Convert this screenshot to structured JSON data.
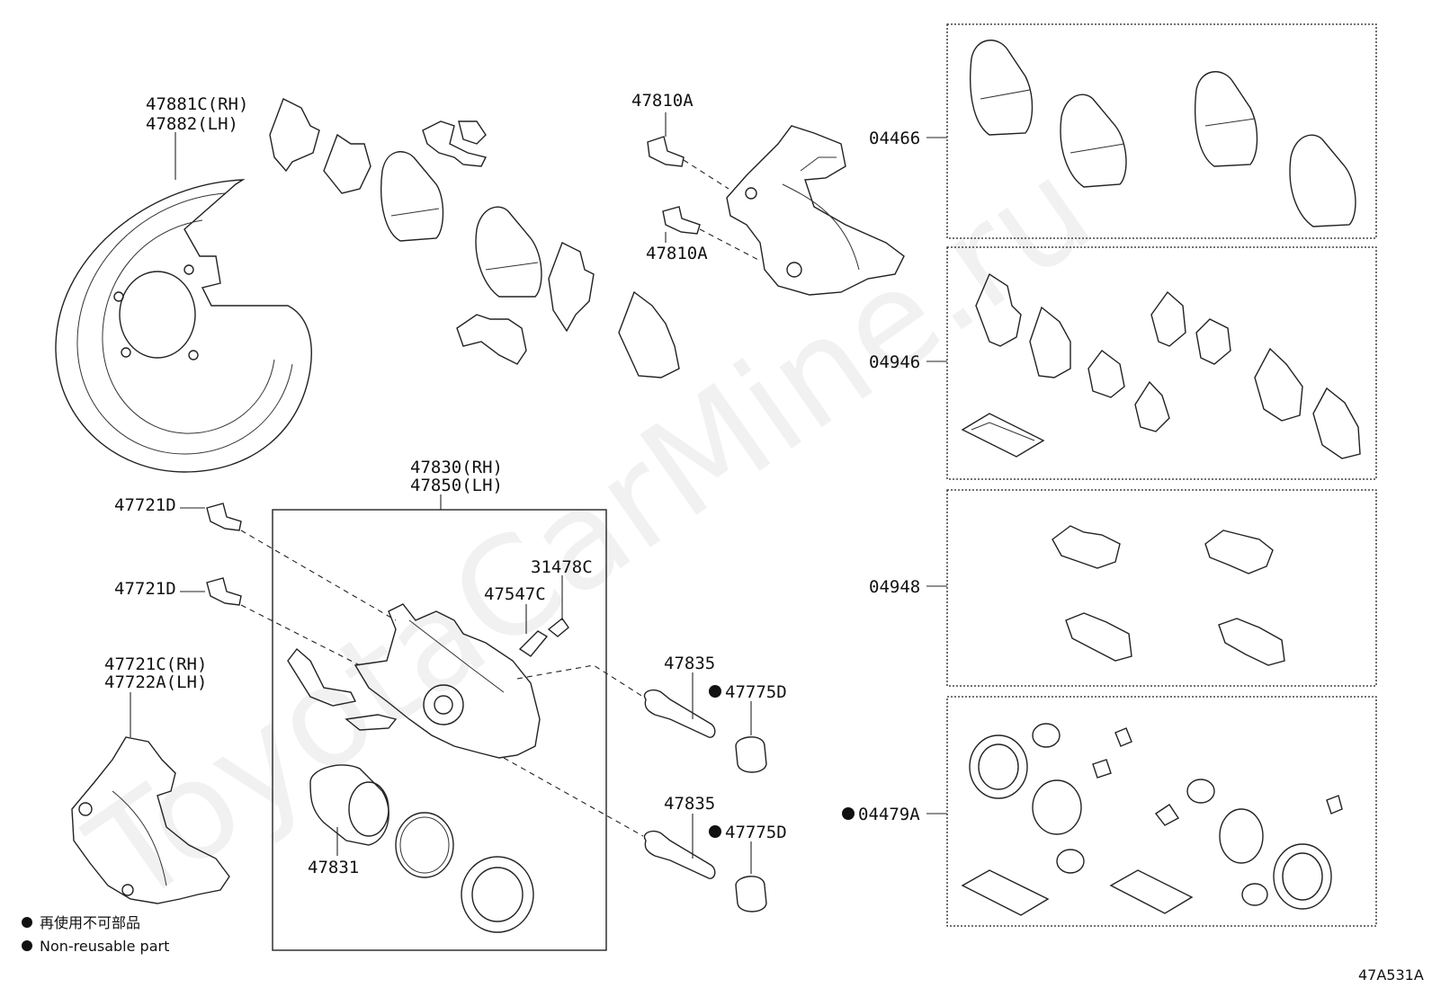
{
  "diagram": {
    "labels": {
      "backing_plate": [
        "47881C(RH)",
        "47882(LH)"
      ],
      "bolt_top_1": "47810A",
      "bolt_top_2": "47810A",
      "caliper_assy": [
        "47830(RH)",
        "47850(LH)"
      ],
      "bolt_left_1": "47721D",
      "bolt_left_2": "47721D",
      "bracket": [
        "47721C(RH)",
        "47722A(LH)"
      ],
      "bleeder_cap": "31478C",
      "bleeder_plug": "47547C",
      "slide_pin_1": "47835",
      "slide_pin_2": "47835",
      "boot_1": "47775D",
      "boot_2": "47775D",
      "piston": "47831",
      "pad_kit": "04466",
      "shim_kit": "04946",
      "fitting_kit": "04948",
      "seal_kit": "04479A"
    },
    "legend": {
      "japanese": "再使用不可部品",
      "english": "Non-reusable part"
    },
    "figure_code": "47A531A",
    "watermark": "ToyotaCarMine.ru"
  }
}
